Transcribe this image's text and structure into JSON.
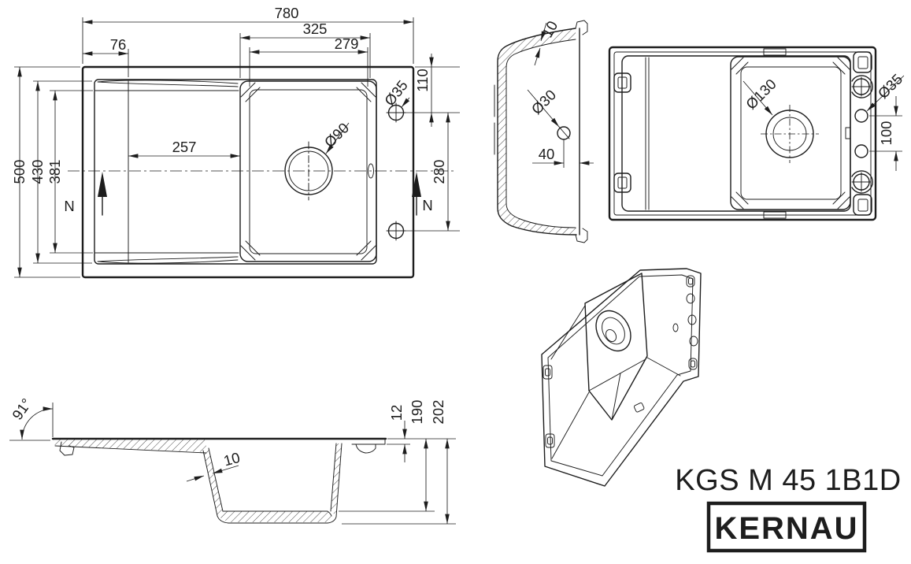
{
  "product": {
    "model": "KGS M 45 1B1D",
    "brand": "KERNAU"
  },
  "colors": {
    "ink": "#1d1d1d",
    "background": "#ffffff"
  },
  "views": {
    "top_plan": {
      "dims": {
        "overall_width": "780",
        "bowl_outer_width": "325",
        "bowl_inner_width": "279",
        "left_edge_offset": "76",
        "overall_depth": "500",
        "rim_inner_depth": "430",
        "drainer_depth": "381",
        "drainer_length": "257",
        "drain_hole_dia": "Ø90",
        "tap_hole_dia": "Ø35",
        "tap_hole_top_offset": "110",
        "tap_hole_spacing": "280",
        "datum_left": "N",
        "datum_right": "N"
      }
    },
    "side_section": {
      "dims": {
        "wall_thickness": "10",
        "overflow_dia": "Ø30",
        "overflow_offset": "40"
      }
    },
    "bottom_plan": {
      "dims": {
        "drain_boss_dia": "Ø130",
        "tap_hole_dia": "Ø35",
        "tap_hole_spacing": "100"
      }
    },
    "front_section": {
      "dims": {
        "edge_angle": "91°",
        "wall_thickness": "10",
        "rim_thickness": "12",
        "bowl_depth": "190",
        "overall_height": "202"
      }
    }
  }
}
